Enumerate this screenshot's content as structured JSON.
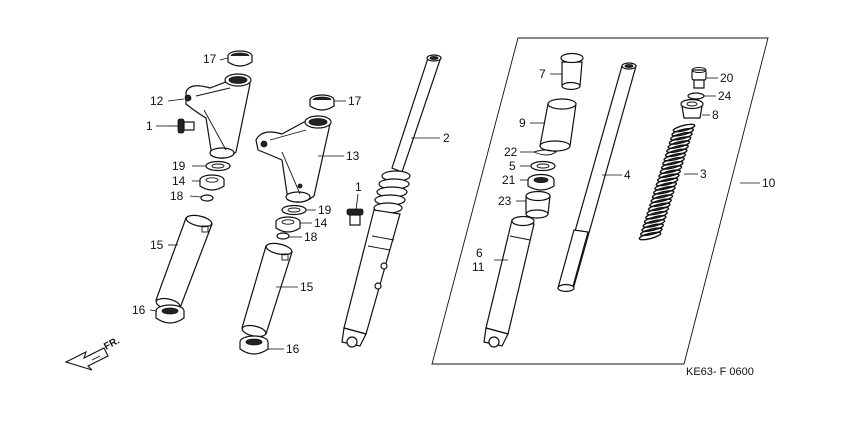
{
  "callouts": {
    "c17a": "17",
    "c12": "12",
    "c1a": "1",
    "c19a": "19",
    "c14a": "14",
    "c18a": "18",
    "c15a": "15",
    "c16a": "16",
    "c17b": "17",
    "c13": "13",
    "c19b": "19",
    "c14b": "14",
    "c18b": "18",
    "c15b": "15",
    "c16b": "16",
    "c1b": "1",
    "c2": "2",
    "c7": "7",
    "c9": "9",
    "c22": "22",
    "c5": "5",
    "c21": "21",
    "c23": "23",
    "c6": "6",
    "c11": "11",
    "c4": "4",
    "c20": "20",
    "c24": "24",
    "c8": "8",
    "c3": "3",
    "c10": "10"
  },
  "front_indicator": "FR.",
  "diagram_code": "KE63- F 0600",
  "icons": {
    "front_arrow": "front-direction-arrow-icon"
  }
}
